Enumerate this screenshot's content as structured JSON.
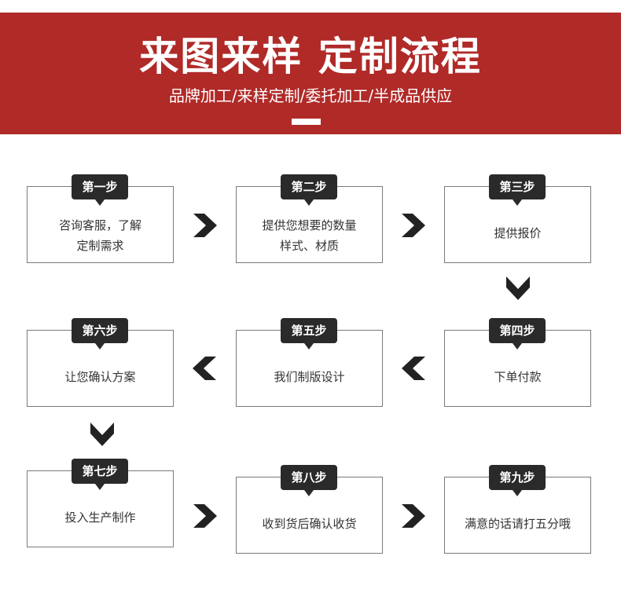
{
  "banner": {
    "title": "来图来样 定制流程",
    "subtitle": "品牌加工/来样定制/委托加工/半成品供应",
    "background_color": "#b02a28"
  },
  "steps": [
    {
      "label": "第一步",
      "text_line1": "咨询客服，了解",
      "text_line2": "定制需求"
    },
    {
      "label": "第二步",
      "text_line1": "提供您想要的数量",
      "text_line2": "样式、材质"
    },
    {
      "label": "第三步",
      "text_line1": "提供报价",
      "text_line2": ""
    },
    {
      "label": "第四步",
      "text_line1": "下单付款",
      "text_line2": ""
    },
    {
      "label": "第五步",
      "text_line1": "我们制版设计",
      "text_line2": ""
    },
    {
      "label": "第六步",
      "text_line1": "让您确认方案",
      "text_line2": ""
    },
    {
      "label": "第七步",
      "text_line1": "投入生产制作",
      "text_line2": ""
    },
    {
      "label": "第八步",
      "text_line1": "收到货后确认收货",
      "text_line2": ""
    },
    {
      "label": "第九步",
      "text_line1": "满意的话请打五分哦",
      "text_line2": ""
    }
  ],
  "arrows": [
    {
      "from": 1,
      "to": 2,
      "direction": "right"
    },
    {
      "from": 2,
      "to": 3,
      "direction": "right"
    },
    {
      "from": 3,
      "to": 4,
      "direction": "down"
    },
    {
      "from": 4,
      "to": 5,
      "direction": "left"
    },
    {
      "from": 5,
      "to": 6,
      "direction": "left"
    },
    {
      "from": 6,
      "to": 7,
      "direction": "down"
    },
    {
      "from": 7,
      "to": 8,
      "direction": "right"
    },
    {
      "from": 8,
      "to": 9,
      "direction": "right"
    }
  ]
}
